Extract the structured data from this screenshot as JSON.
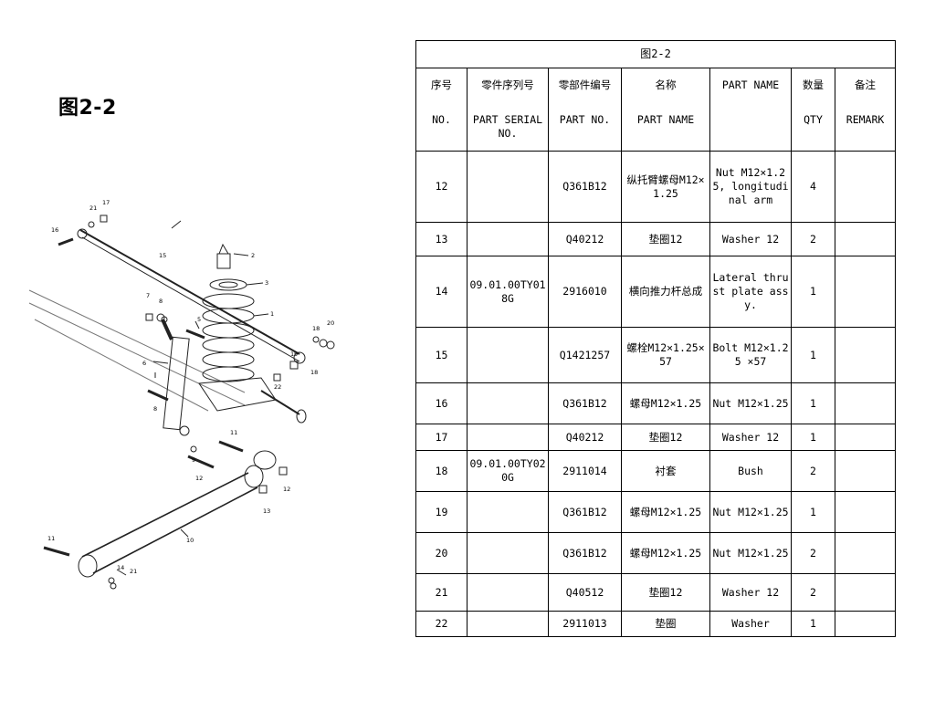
{
  "figure": {
    "title": "图2-2"
  },
  "diagram": {
    "callouts": [
      "1",
      "2",
      "3",
      "4",
      "5",
      "6",
      "7",
      "8",
      "8",
      "9",
      "10",
      "11",
      "11",
      "12",
      "12",
      "13",
      "14",
      "15",
      "16",
      "17",
      "18",
      "18",
      "19",
      "20",
      "21",
      "21",
      "22"
    ]
  },
  "table": {
    "caption": "图2-2",
    "headers_cn": [
      "序号",
      "零件序列号",
      "零部件编号",
      "名称",
      "PART NAME",
      "数量",
      "备注"
    ],
    "headers_en": [
      "NO.",
      "PART SERIAL NO.",
      "PART NO.",
      "PART NAME",
      "",
      "QTY",
      "REMARK"
    ],
    "rows": [
      {
        "no": "12",
        "serial": "",
        "part_no": "Q361B12",
        "name_cn": "纵托臂螺母M12×1.25",
        "name_en": "Nut M12×1.25, longitudinal arm",
        "qty": "4",
        "remark": ""
      },
      {
        "no": "13",
        "serial": "",
        "part_no": "Q40212",
        "name_cn": "垫圈12",
        "name_en": "Washer 12",
        "qty": "2",
        "remark": ""
      },
      {
        "no": "14",
        "serial": "09.01.00TY018G",
        "part_no": "2916010",
        "name_cn": "横向推力杆总成",
        "name_en": "Lateral thrust plate assy.",
        "qty": "1",
        "remark": ""
      },
      {
        "no": "15",
        "serial": "",
        "part_no": "Q1421257",
        "name_cn": "螺栓M12×1.25×57",
        "name_en": "Bolt M12×1.25 ×57",
        "qty": "1",
        "remark": ""
      },
      {
        "no": "16",
        "serial": "",
        "part_no": "Q361B12",
        "name_cn": "螺母M12×1.25",
        "name_en": "Nut M12×1.25",
        "qty": "1",
        "remark": ""
      },
      {
        "no": "17",
        "serial": "",
        "part_no": "Q40212",
        "name_cn": "垫圈12",
        "name_en": "Washer 12",
        "qty": "1",
        "remark": ""
      },
      {
        "no": "18",
        "serial": "09.01.00TY020G",
        "part_no": "2911014",
        "name_cn": "衬套",
        "name_en": "Bush",
        "qty": "2",
        "remark": ""
      },
      {
        "no": "19",
        "serial": "",
        "part_no": "Q361B12",
        "name_cn": "螺母M12×1.25",
        "name_en": "Nut M12×1.25",
        "qty": "1",
        "remark": ""
      },
      {
        "no": "20",
        "serial": "",
        "part_no": "Q361B12",
        "name_cn": "螺母M12×1.25",
        "name_en": "Nut M12×1.25",
        "qty": "2",
        "remark": ""
      },
      {
        "no": "21",
        "serial": "",
        "part_no": "Q40512",
        "name_cn": "垫圈12",
        "name_en": "Washer 12",
        "qty": "2",
        "remark": ""
      },
      {
        "no": "22",
        "serial": "",
        "part_no": "2911013",
        "name_cn": "垫圈",
        "name_en": "Washer",
        "qty": "1",
        "remark": ""
      }
    ]
  }
}
